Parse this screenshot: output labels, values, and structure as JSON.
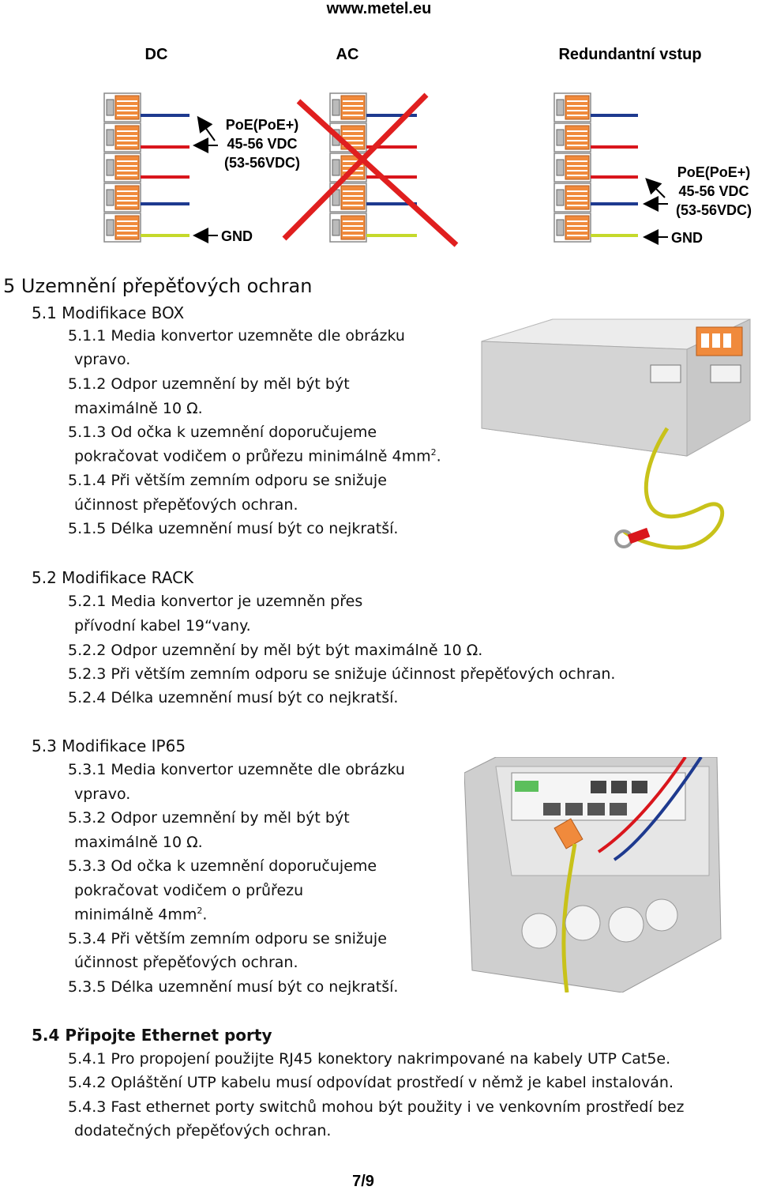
{
  "header": {
    "url": "www.metel.eu"
  },
  "wiring": {
    "col_titles": [
      "DC",
      "AC",
      "Redundantní vstup"
    ],
    "dc": {
      "poe_lines": [
        "PoE(PoE+)",
        "45-56 VDC",
        "(53-56VDC)"
      ],
      "gnd": "GND"
    },
    "redundant": {
      "poe_lines": [
        "PoE(PoE+)",
        "45-56 VDC",
        "(53-56VDC)"
      ],
      "gnd": "GND"
    },
    "wire_colors": {
      "red": "#d9161c",
      "blue": "#1e3a8f",
      "green": "#c5d92b",
      "cross": "#e01f1f",
      "terminal": "#f08a3c"
    }
  },
  "section5": {
    "title": "5  Uzemnění přepěťových ochran",
    "s51": {
      "title": "5.1  Modifikace BOX",
      "lines": [
        "5.1.1  Media konvertor uzemněte dle obrázku",
        "vpravo.",
        "5.1.2  Odpor uzemnění by měl být být",
        "maximálně 10 Ω.",
        "5.1.3  Od očka k uzemnění doporučujeme",
        "pokračovat vodičem o průřezu minimálně 4mm",
        "2",
        ".",
        "5.1.4  Při větším zemním odporu se snižuje",
        "účinnost přepěťových ochran.",
        "5.1.5  Délka uzemnění musí být co nejkratší."
      ]
    },
    "s52": {
      "title": "5.2  Modifikace RACK",
      "lines": [
        "5.2.1  Media konvertor je uzemněn přes",
        "přívodní kabel 19“vany.",
        "5.2.2  Odpor uzemnění by měl být být maximálně 10 Ω.",
        "5.2.3  Při větším zemním odporu se snižuje účinnost přepěťových ochran.",
        "5.2.4  Délka uzemnění musí být co nejkratší."
      ]
    },
    "s53": {
      "title": "5.3  Modifikace IP65",
      "lines": [
        "5.3.1  Media konvertor uzemněte dle obrázku",
        "vpravo.",
        "5.3.2  Odpor uzemnění by měl být být",
        "maximálně 10 Ω.",
        "5.3.3  Od očka k uzemnění doporučujeme",
        "pokračovat vodičem o průřezu",
        "minimálně 4mm",
        "2",
        ".",
        "5.3.4  Při větším zemním odporu se snižuje",
        "účinnost přepěťových ochran.",
        "5.3.5  Délka uzemnění musí být co nejkratší."
      ]
    },
    "s54": {
      "title": "5.4  Připojte Ethernet porty",
      "lines": [
        "5.4.1   Pro propojení použijte RJ45 konektory nakrimpované na kabely UTP Cat5e.",
        "5.4.2  Opláštění UTP kabelu musí odpovídat prostředí v němž je kabel instalován.",
        "5.4.3  Fast ethernet porty switchů mohou být použity i ve venkovním prostředí bez",
        "dodatečných přepěťových ochran."
      ]
    }
  },
  "footer": {
    "page": "7/9"
  }
}
